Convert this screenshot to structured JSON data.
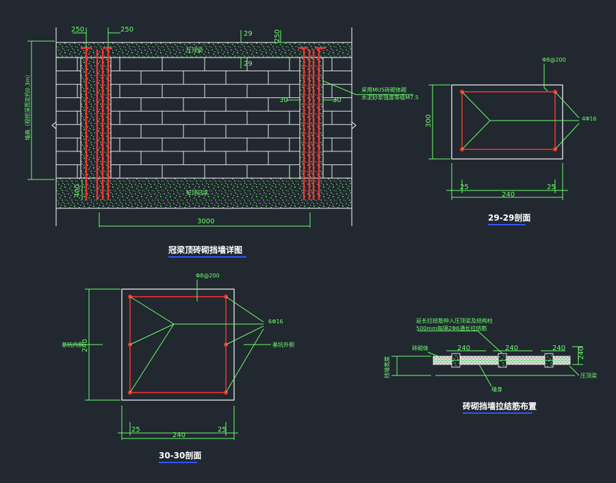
{
  "colors": {
    "background": "#212830",
    "outline": "#ffffff",
    "dimension": "#6bff6b",
    "rebar": "#ff3030",
    "title_underline": "#3355ff",
    "concrete_speckle": "#55e055"
  },
  "elevation": {
    "title": "冠梁顶砖砌挡墙详图",
    "top_beam_label": "压顶梁",
    "bottom_beam_label": "桩顶冠梁",
    "height_label": "墙高（视挖深而定约0.3m）",
    "masonry_note_1": "采用MU5砖砌体砌",
    "masonry_note_2": "水泥砂浆强度等级M7.5",
    "dims": {
      "top_left_a": "250",
      "top_left_b": "250",
      "section_29_top": "29",
      "section_29_bottom": "29",
      "top_right": "250",
      "section_30_left": "30",
      "section_30_right": "30",
      "bottom_left": "400",
      "length": "3000"
    }
  },
  "section_29": {
    "title": "29-29剖面",
    "stirrup_label": "Φ8@200",
    "bars_label": "4Φ16",
    "height": "300",
    "width": "240",
    "cover_left": "25",
    "cover_right": "25"
  },
  "section_30": {
    "title": "30-30剖面",
    "stirrup_label": "Φ8@200",
    "bars_label": "6Φ16",
    "left_side": "基坑内侧",
    "right_side": "基坑外侧",
    "height": "240",
    "width": "240",
    "cover_left": "25",
    "cover_right": "25"
  },
  "plan": {
    "title": "砖砌挡墙拉结筋布置",
    "note_1": "延长拉结筋伸入压顶梁及结构柱",
    "note_2": "500mm每隔2Φ6通长拉结筋",
    "left_label": "砖砌体",
    "side_height_label": "挡墙宽度",
    "bottom_label": "墙身",
    "right_label": "压顶梁",
    "dim_a": "240",
    "dim_b": "240",
    "dim_c": "240",
    "dim_side": "240"
  }
}
